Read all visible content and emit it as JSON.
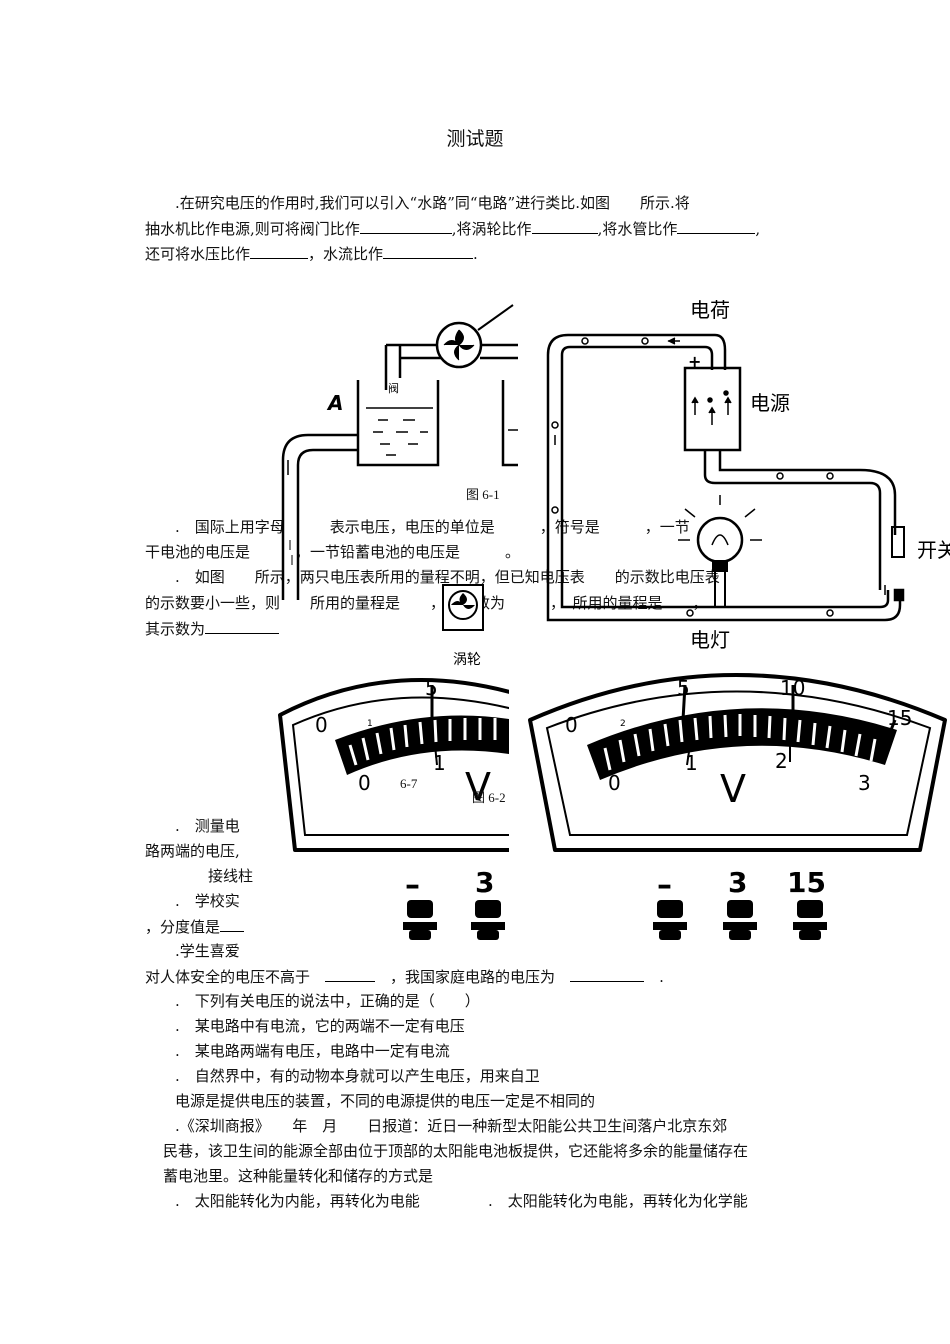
{
  "title": "测试题",
  "q1": {
    "l1": ".在研究电压的作用时,我们可以引入“水路”同“电路”进行类比.如图　　所示.将",
    "l2a": "抽水机比作电源,则可将阀门比作",
    "l2b": ",将涡轮比作",
    "l2c": ",将水管比作",
    "l2d": ",",
    "l3a": "还可将水压比作",
    "l3b": "，水流比作",
    "l3c": "."
  },
  "fig1": {
    "caption": "图 6-1",
    "label_A": "A",
    "label_valve": "阀",
    "label_charge": "电荷",
    "label_plus": "+",
    "label_source": "电源",
    "label_switch": "开关",
    "label_lamp": "电灯",
    "label_bottom": "涡轮"
  },
  "q2": {
    "l1": ".　国际上用字母　　　表示电压，电压的单位是　　　，符号是　　　，一节",
    "l2": "干电池的电压是　　　，一节铅蓄电池的电压是　　　。"
  },
  "q3": {
    "l1": ".　如图　　所示，两只电压表所用的量程不明，但已知电压表　　的示数比电压表",
    "l2": "的示数要小一些，则　　所用的量程是　　，其示数为　　　，　所用的量程是　　，",
    "l3": "其示数为"
  },
  "fig2": {
    "caption_left": "6-7",
    "caption": "图 6-2",
    "meter_left": {
      "top_scale": [
        "0",
        "5"
      ],
      "bottom_scale": [
        "0",
        "1"
      ],
      "unit": "V",
      "marker": "1",
      "terminals": [
        "–",
        "3"
      ]
    },
    "meter_right": {
      "top_scale": [
        "0",
        "5",
        "10",
        "15"
      ],
      "bottom_scale": [
        "0",
        "1",
        "2",
        "3"
      ],
      "unit": "V",
      "marker": "2",
      "terminals": [
        "–",
        "3",
        "15"
      ]
    }
  },
  "q4": {
    "l1": ".　测量电",
    "l2": "路两端的电压,",
    "l3": "接线柱"
  },
  "q5": {
    "l1": ".　学校实",
    "l2": "，分度值是"
  },
  "q6": {
    "l1": ".学生喜爱",
    "l2a": "对人体安全的电压不高于",
    "l2b": "，我国家庭电路的电压为",
    "l2c": "."
  },
  "q7": {
    "stem": ".　下列有关电压的说法中，正确的是（　　）",
    "a": ".　某电路中有电流，它的两端不一定有电压",
    "b": ".　某电路两端有电压，电路中一定有电流",
    "c": ".　自然界中，有的动物本身就可以产生电压，用来自卫",
    "d": "电源是提供电压的装置，不同的电源提供的电压一定是不相同的"
  },
  "q8": {
    "l1": ".《深圳商报》　　年　月　　日报道：近日一种新型太阳能公共卫生间落户北京东郊",
    "l2": "民巷，该卫生间的能源全部由位于顶部的太阳能电池板提供，它还能将多余的能量储存在",
    "l3": "蓄电池里。这种能量转化和储存的方式是",
    "optA": ".　太阳能转化为内能，再转化为电能",
    "optB": ".　太阳能转化为电能，再转化为化学能"
  }
}
